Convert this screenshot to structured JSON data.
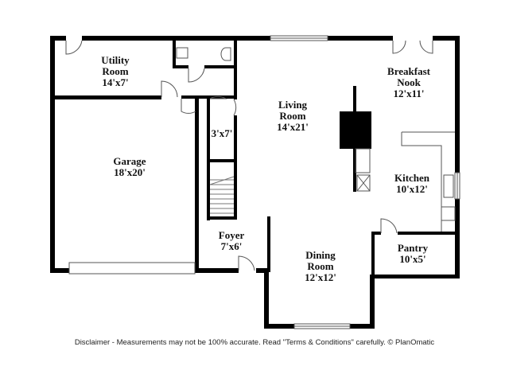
{
  "rooms": {
    "utility": {
      "name": "Utility",
      "name2": "Room",
      "size": "14'x7'"
    },
    "garage": {
      "name": "Garage",
      "size": "18'x20'"
    },
    "closet": {
      "size": "3'x7'"
    },
    "foyer": {
      "name": "Foyer",
      "size": "7'x6'"
    },
    "living": {
      "name": "Living",
      "name2": "Room",
      "size": "14'x21'"
    },
    "breakfast": {
      "name": "Breakfast",
      "name2": "Nook",
      "size": "12'x11'"
    },
    "kitchen": {
      "name": "Kitchen",
      "size": "10'x12'"
    },
    "pantry": {
      "name": "Pantry",
      "size": "10'x5'"
    },
    "dining": {
      "name": "Dining",
      "name2": "Room",
      "size": "12'x12'"
    }
  },
  "disclaimer": "Disclaimer - Measurements may not be 100% accurate. Read \"Terms & Conditions\" carefully. © PlanOmatic"
}
